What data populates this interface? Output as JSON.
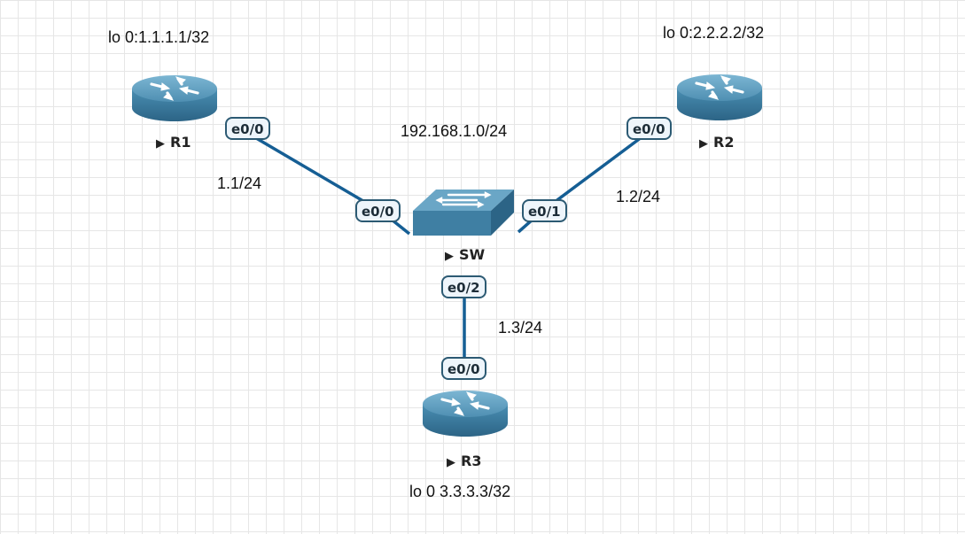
{
  "network": "192.168.1.0/24",
  "links": {
    "r1_ip": "1.1/24",
    "r2_ip": "1.2/24",
    "r3_ip": "1.3/24"
  },
  "devices": {
    "r1": {
      "name": "R1",
      "loopback": "lo 0:1.1.1.1/32",
      "port": "e0/0"
    },
    "r2": {
      "name": "R2",
      "loopback": "lo 0:2.2.2.2/32",
      "port": "e0/0"
    },
    "r3": {
      "name": "R3",
      "loopback": "lo 0 3.3.3.3/32",
      "port": "e0/0"
    },
    "sw": {
      "name": "SW",
      "ports": [
        "e0/0",
        "e0/1",
        "e0/2"
      ]
    }
  },
  "colors": {
    "link": "#155e94",
    "router_body": "#3f7fa3",
    "router_top": "#6aa6c6",
    "port_border": "#2c5a73"
  },
  "icons": {
    "router": "router-icon",
    "switch": "switch-icon",
    "play": "play-arrow-icon"
  }
}
